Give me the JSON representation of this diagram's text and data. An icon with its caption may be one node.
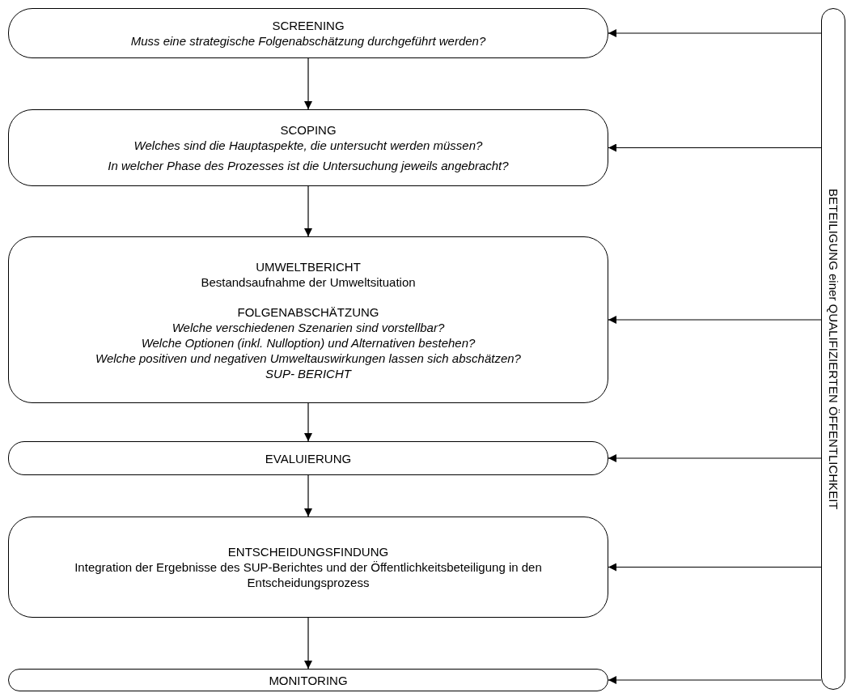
{
  "diagram": {
    "nodes": [
      {
        "text": [
          "SCREENING",
          "Muss eine strategische Folgenabschätzung durchgeführt werden?"
        ]
      },
      {
        "text": [
          "SCOPING",
          "Welches sind die Hauptaspekte, die untersucht werden müssen?",
          "In welcher Phase des Prozesses ist die Untersuchung jeweils angebracht?"
        ]
      },
      {
        "text": [
          "UMWELTBERICHT",
          "Bestandsaufnahme der Umweltsituation",
          "FOLGENABSCHÄTZUNG",
          "Welche verschiedenen Szenarien sind vorstellbar?",
          "Welche Optionen (inkl. Nulloption) und Alternativen bestehen?",
          "Welche positiven und negativen Umweltauswirkungen lassen sich abschätzen?",
          "SUP- BERICHT"
        ]
      },
      {
        "text": [
          "EVALUIERUNG"
        ]
      },
      {
        "text": [
          "ENTSCHEIDUNGSFINDUNG",
          "Integration der Ergebnisse des SUP-Berichtes und der Öffentlichkeitsbeteiligung in den Entscheidungsprozess"
        ]
      },
      {
        "text": [
          "MONITORING"
        ]
      },
      {
        "text": [
          "BETEILIGUNG einer QUALIFIZIERTEN ÖFFENTLICHKEIT"
        ]
      }
    ],
    "edges": [
      {
        "from": 0,
        "to": 1,
        "arrow": "to"
      },
      {
        "from": 1,
        "to": 2,
        "arrow": "to"
      },
      {
        "from": 2,
        "to": 3,
        "arrow": "to"
      },
      {
        "from": 3,
        "to": 4,
        "arrow": "to"
      },
      {
        "from": 4,
        "to": 5,
        "arrow": "to"
      },
      {
        "from": 6,
        "to": 0,
        "arrow": "to"
      },
      {
        "from": 6,
        "to": 1,
        "arrow": "to"
      },
      {
        "from": 6,
        "to": 2,
        "arrow": "to"
      },
      {
        "from": 6,
        "to": 3,
        "arrow": "to"
      },
      {
        "from": 6,
        "to": 4,
        "arrow": "to"
      },
      {
        "from": 6,
        "to": 5,
        "arrow": "to"
      }
    ]
  }
}
